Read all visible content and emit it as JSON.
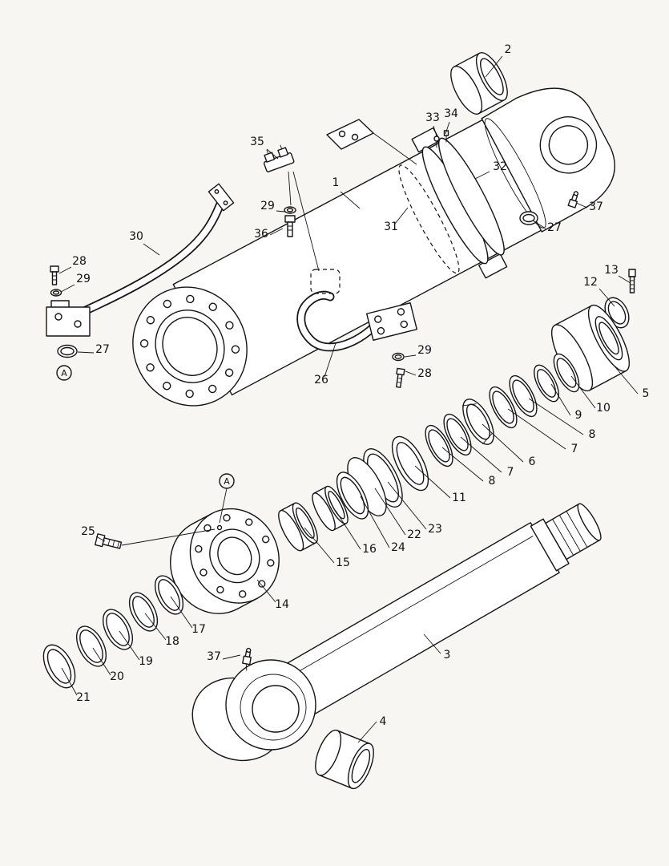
{
  "diagram": {
    "kind": "exploded-parts-diagram",
    "subject": "hydraulic-cylinder-assembly",
    "colors": {
      "background": "#f7f6f3",
      "line": "#151515",
      "fill": "#ffffff"
    }
  },
  "markers": {
    "section_a": "A"
  },
  "callouts": [
    {
      "label": "2"
    },
    {
      "label": "33"
    },
    {
      "label": "34"
    },
    {
      "label": "35"
    },
    {
      "label": "32"
    },
    {
      "label": "1"
    },
    {
      "label": "29"
    },
    {
      "label": "31"
    },
    {
      "label": "36"
    },
    {
      "label": "37"
    },
    {
      "label": "27"
    },
    {
      "label": "30"
    },
    {
      "label": "28"
    },
    {
      "label": "29"
    },
    {
      "label": "13"
    },
    {
      "label": "12"
    },
    {
      "label": "27"
    },
    {
      "label": "26"
    },
    {
      "label": "29"
    },
    {
      "label": "28"
    },
    {
      "label": "5"
    },
    {
      "label": "10"
    },
    {
      "label": "9"
    },
    {
      "label": "8"
    },
    {
      "label": "7"
    },
    {
      "label": "6"
    },
    {
      "label": "7"
    },
    {
      "label": "8"
    },
    {
      "label": "11"
    },
    {
      "label": "23"
    },
    {
      "label": "22"
    },
    {
      "label": "24"
    },
    {
      "label": "16"
    },
    {
      "label": "25"
    },
    {
      "label": "15"
    },
    {
      "label": "14"
    },
    {
      "label": "17"
    },
    {
      "label": "18"
    },
    {
      "label": "19"
    },
    {
      "label": "20"
    },
    {
      "label": "21"
    },
    {
      "label": "37"
    },
    {
      "label": "3"
    },
    {
      "label": "4"
    }
  ]
}
